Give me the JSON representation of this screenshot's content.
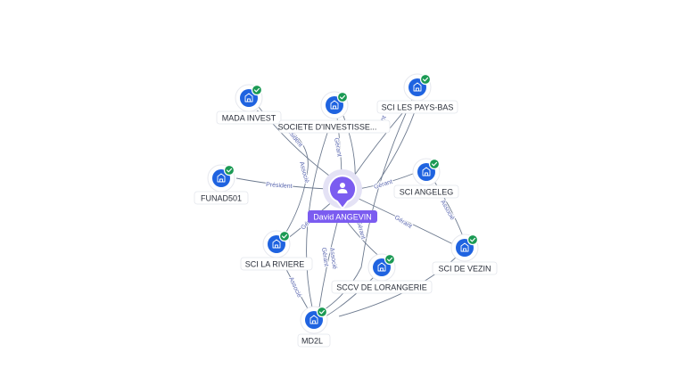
{
  "center": {
    "label": "David ANGEVIN",
    "icon": "person-icon"
  },
  "companies": [
    {
      "id": "mada",
      "label": "MADA INVEST",
      "icon": "building-icon",
      "status": "verified"
    },
    {
      "id": "societe",
      "label": "SOCIETE D'INVESTISSE...",
      "icon": "building-icon",
      "status": "verified"
    },
    {
      "id": "paysbas",
      "label": "SCI LES PAYS-BAS",
      "icon": "building-icon",
      "status": "verified"
    },
    {
      "id": "funad",
      "label": "FUNAD501",
      "icon": "building-icon",
      "status": "verified"
    },
    {
      "id": "angeleg",
      "label": "SCI ANGELEG",
      "icon": "building-icon",
      "status": "verified"
    },
    {
      "id": "riviere",
      "label": "SCI LA RIVIERE",
      "icon": "building-icon",
      "status": "verified"
    },
    {
      "id": "vezin",
      "label": "SCI DE VEZIN",
      "icon": "building-icon",
      "status": "verified"
    },
    {
      "id": "lorangerie",
      "label": "SCCV DE LORANGERIE",
      "icon": "building-icon",
      "status": "verified"
    },
    {
      "id": "md2l",
      "label": "MD2L",
      "icon": "building-icon",
      "status": "verified"
    }
  ],
  "relations": {
    "president": "Président",
    "associe": "Associé",
    "gerant": "Gérant"
  },
  "colors": {
    "company_node": "#1f63e0",
    "verified_badge": "#1b9a54",
    "person_node": "#7b5cf0",
    "edge": "#6d7a8f",
    "edge_label": "#5b68b0"
  }
}
